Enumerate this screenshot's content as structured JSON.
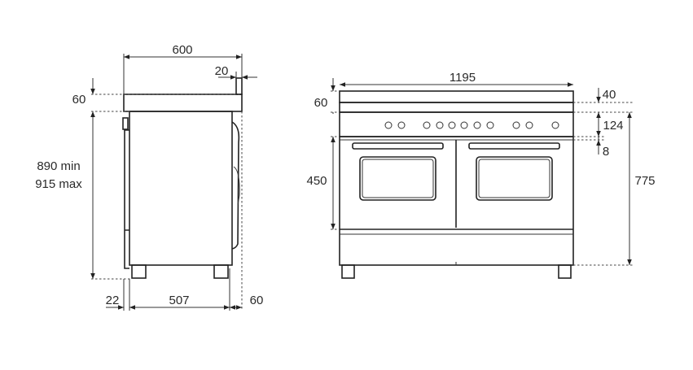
{
  "side_view": {
    "width_total": "600",
    "depth_backguard": "20",
    "top_thickness": "60",
    "height_min": "890 min",
    "height_max": "915 max",
    "front_offset": "22",
    "body_depth": "507",
    "rear_offset": "60"
  },
  "front_view": {
    "width_total": "1195",
    "top_thickness": "60",
    "backguard_height": "40",
    "control_panel_height": "124",
    "gap_height": "8",
    "oven_height": "450",
    "body_height": "775"
  }
}
